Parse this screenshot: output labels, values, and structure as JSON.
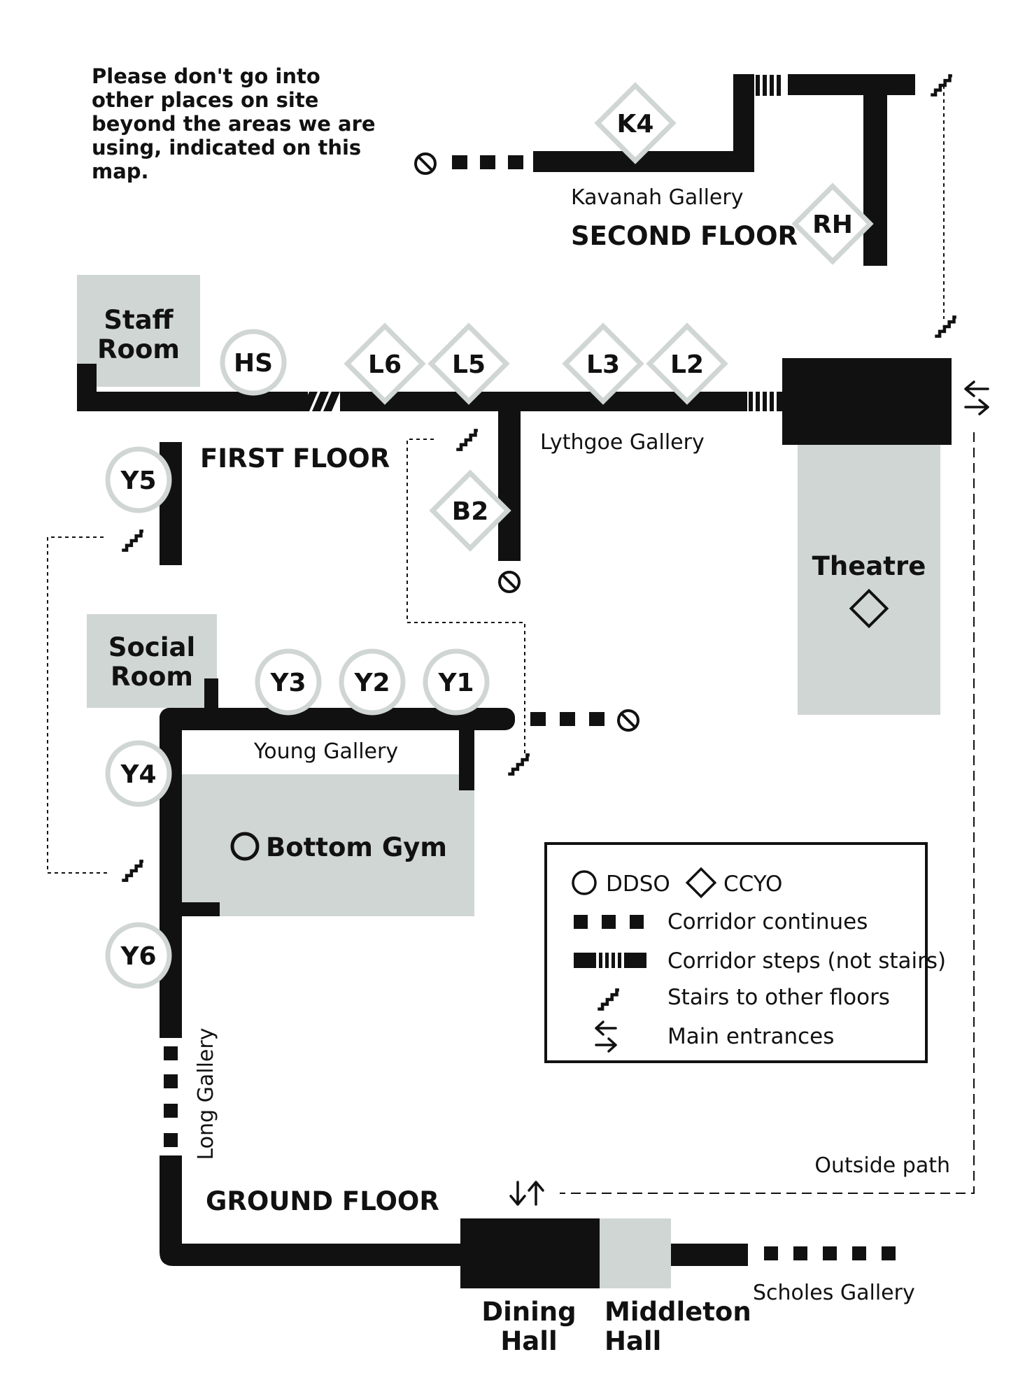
{
  "notice": [
    "Please don't go into",
    "other places on site",
    "beyond the areas we are",
    "using, indicated on this",
    "map."
  ],
  "floors": {
    "second": "SECOND FLOOR",
    "first": "FIRST FLOOR",
    "ground": "GROUND FLOOR"
  },
  "galleries": {
    "kavanah": "Kavanah Gallery",
    "lythgoe": "Lythgoe Gallery",
    "young": "Young Gallery",
    "long": "Long Gallery",
    "scholes": "Scholes Gallery",
    "outside_path": "Outside path"
  },
  "rooms": {
    "staff_1": "Staff",
    "staff_2": "Room",
    "social_1": "Social",
    "social_2": "Room",
    "theatre": "Theatre",
    "bottom_gym": "Bottom Gym",
    "dining_1": "Dining",
    "dining_2": "Hall",
    "middleton_1": "Middleton",
    "middleton_2": "Hall"
  },
  "ddso_rooms": {
    "hs": "HS",
    "y5": "Y5",
    "y3": "Y3",
    "y2": "Y2",
    "y1": "Y1",
    "y4": "Y4",
    "y6": "Y6"
  },
  "ccyo_rooms": {
    "k4": "K4",
    "rh": "RH",
    "l6": "L6",
    "l5": "L5",
    "l3": "L3",
    "l2": "L2",
    "b2": "B2"
  },
  "legend": {
    "ddso": "DDSO",
    "ccyo": "CCYO",
    "corridor_continues": "Corridor continues",
    "corridor_steps": "Corridor steps (not stairs)",
    "stairs": "Stairs to other floors",
    "entrances": "Main entrances"
  },
  "colors": {
    "ink": "#111111",
    "room_fill": "#d0d6d4",
    "marker_border": "#d0d6d4",
    "background": "#ffffff"
  }
}
